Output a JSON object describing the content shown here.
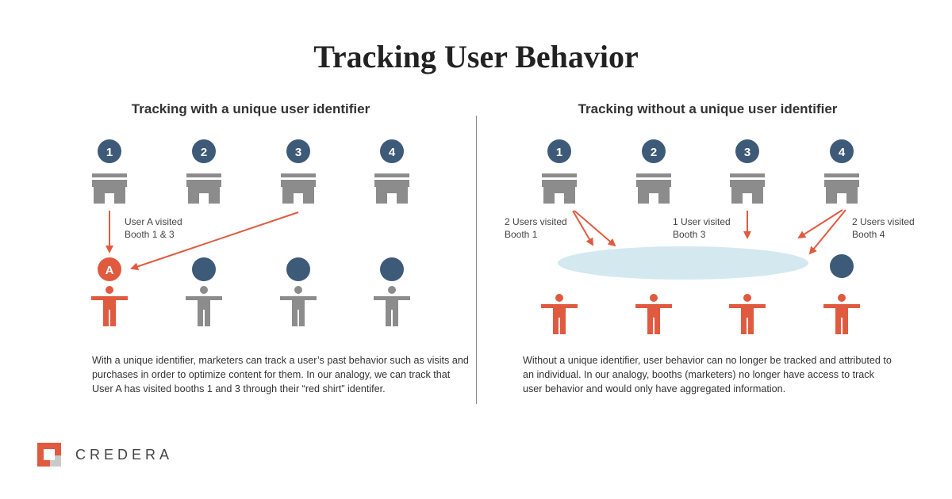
{
  "title": "Tracking User Behavior",
  "left_panel": {
    "heading": "Tracking with a unique user identifier",
    "booths": [
      "1",
      "2",
      "3",
      "4"
    ],
    "annotation_line1": "User A visited",
    "annotation_line2": "Booth 1 & 3",
    "user_label": "A",
    "description": "With a unique identifier, marketers can track a user’s past behavior such as visits and purchases in order to optimize content for them. In our analogy, we can track that User A has visited booths 1 and 3 through their “red shirt” identifer."
  },
  "right_panel": {
    "heading": "Tracking without a unique user identifier",
    "booths": [
      "1",
      "2",
      "3",
      "4"
    ],
    "annotations": [
      {
        "line1": "2 Users visited",
        "line2": "Booth 1"
      },
      {
        "line1": "1 User visited",
        "line2": "Booth 3"
      },
      {
        "line1": "2 Users visited",
        "line2": "Booth 4"
      }
    ],
    "description": "Without a unique identifier, user behavior can no longer be tracked and attributed to an individual. In our analogy, booths (marketers) no longer have access to track user behavior and would only have aggregated information."
  },
  "brand": {
    "name": "CREDERA",
    "logo_icon": "credera-logo-icon"
  },
  "colors": {
    "badge": "#3d5a78",
    "booth": "#8c8c8c",
    "red": "#e05a40",
    "cloud": "#d4e8f0",
    "text": "#333333"
  }
}
